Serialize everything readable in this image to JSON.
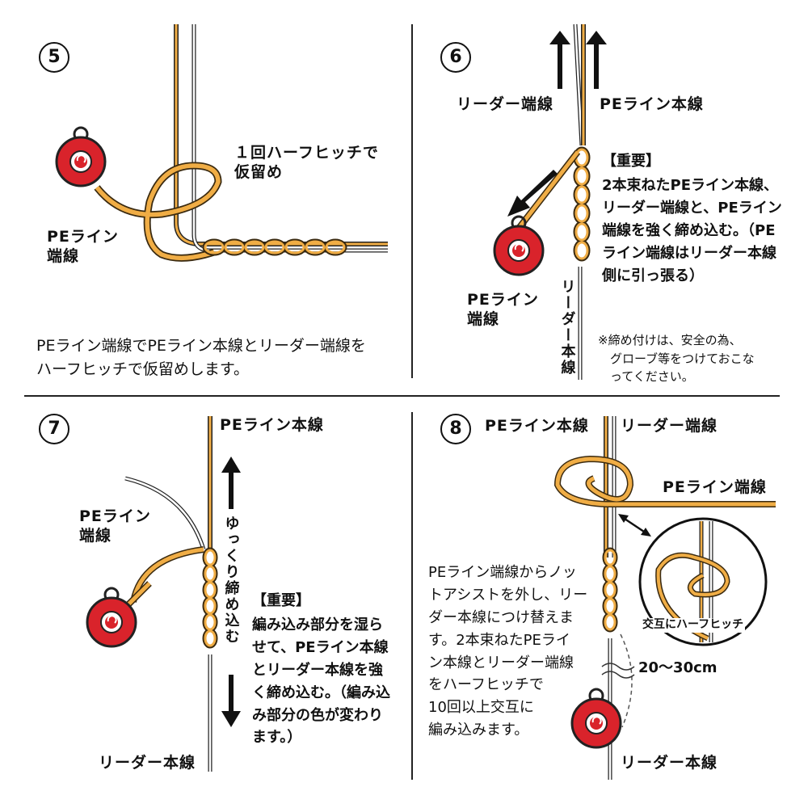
{
  "panels": {
    "p5": {
      "number": "5",
      "half_hitch_label": "１回ハーフヒッチで\n仮留め",
      "pe_tag": "PEライン\n端線",
      "caption": "PEライン端線でPEライン本線とリーダー端線を\nハーフヒッチで仮留めします。"
    },
    "p6": {
      "number": "6",
      "leader_tag_label": "リーダー端線",
      "pe_main_label": "PEライン本線",
      "pe_tag": "PEライン\n端線",
      "leader_main_label": "リーダー本線",
      "important_title": "【重要】",
      "important_body": "2本束ねたPEライン本線、\nリーダー端線と、PEライン\n端線を強く締め込む。（PE\nライン端線はリーダー本線\n側に引っ張る）",
      "note": "※締め付けは、安全の為、\n　グローブ等をつけておこな\n　ってください。"
    },
    "p7": {
      "number": "7",
      "pe_main_label": "PEライン本線",
      "pe_tag": "PEライン\n端線",
      "vertical_text": "ゆっくり締め込む",
      "important_title": "【重要】",
      "important_body": "編み込み部分を湿ら\nせて、PEライン本線\nとリーダー本線を強\nく締め込む。（編み込\nみ部分の色が変わり\nます。）",
      "leader_main_label": "リーダー本線"
    },
    "p8": {
      "number": "8",
      "pe_main_label": "PEライン本線",
      "leader_tag_label": "リーダー端線",
      "pe_tag_label": "PEライン端線",
      "inset_label": "交互にハーフヒッチ",
      "length_label": "20〜30cm",
      "caption": "PEライン端線からノッ\nトアシストを外し、リー\nダー本線につけ替えま\nす。2本束ねたPEライ\nン本線とリーダー端線\nをハーフヒッチで\n10回以上交互に\n編み込みます。",
      "leader_main_label": "リーダー本線"
    }
  },
  "colors": {
    "pe_line": "#f0ad45",
    "pe_outline": "#3a2a10",
    "leader": "#ffffff",
    "tool_red": "#d9232b",
    "divider": "#222222"
  }
}
